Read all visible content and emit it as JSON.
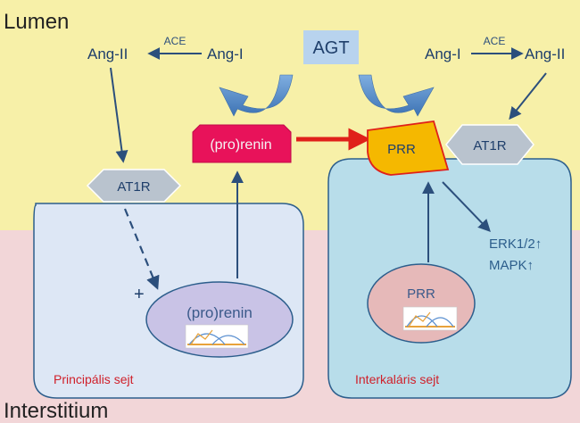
{
  "regions": {
    "lumen": "Lumen",
    "interstitium": "Interstitium"
  },
  "molecules": {
    "agt": "AGT",
    "ang_ii_left": "Ang-II",
    "ang_i_left": "Ang-I",
    "ang_i_right": "Ang-I",
    "ang_ii_right": "Ang-II",
    "ace_left": "ACE",
    "ace_right": "ACE",
    "prorenin_lumen": "(pro)renin",
    "prorenin_cell": "(pro)renin",
    "prr_membrane": "PRR",
    "prr_cell": "PRR",
    "at1r_left": "AT1R",
    "at1r_right": "AT1R",
    "erk": "ERK1/2↑",
    "mapk": "MAPK↑",
    "plus": "+"
  },
  "cells": {
    "left_label": "Principális sejt",
    "right_label": "Interkaláris sejt"
  },
  "colors": {
    "lumen_bg": "#F7F0A8",
    "interstitium_bg": "#F2D6D8",
    "cell_fill": "#DDE7F5",
    "cell_fill_right": "#B8DDEA",
    "cell_stroke": "#2C5E8C",
    "text_blue": "#1F3F6B",
    "cell_label": "#D0202A",
    "prorenin_fill": "#E8125A",
    "prr_fill": "#F5B800",
    "prr_stroke": "#E0201A",
    "arrow_blue": "#2C4F7C",
    "curve_arrow": "#4E86C6",
    "red_arrow": "#E0201A",
    "hexagon_fill": "#B9C3CE",
    "agt_box": "#B8D3EE",
    "nucleus_left": "#C9C3E6",
    "nucleus_right": "#E6B9B9"
  }
}
